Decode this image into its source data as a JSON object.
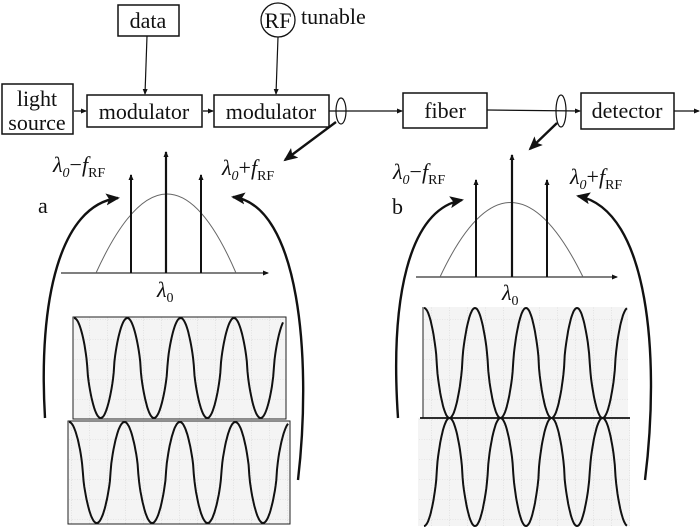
{
  "blocks": {
    "light_source_line1": "light",
    "light_source_line2": "source",
    "modulator1": "modulator",
    "modulator2": "modulator",
    "data": "data",
    "rf": "RF",
    "tunable": "tunable",
    "fiber": "fiber",
    "detector": "detector"
  },
  "panels": [
    {
      "label": "a",
      "lambda0": "λ",
      "lambda_sub": "0",
      "minus_label": {
        "lambda": "λ",
        "sub0": "0",
        "op": "−",
        "f": "f",
        "sub": "RF"
      },
      "plus_label": {
        "lambda": "λ",
        "sub0": "0",
        "op": "+",
        "f": "f",
        "sub": "RF"
      },
      "waveform_cycles": 4,
      "waveforms_relation": "in-phase"
    },
    {
      "label": "b",
      "lambda0": "λ",
      "lambda_sub": "0",
      "minus_label": {
        "lambda": "λ",
        "sub0": "0",
        "op": "−",
        "f": "f",
        "sub": "RF"
      },
      "plus_label": {
        "lambda": "λ",
        "sub0": "0",
        "op": "+",
        "f": "f",
        "sub": "RF"
      },
      "waveform_cycles": 4,
      "waveforms_relation": "mirrored"
    }
  ]
}
